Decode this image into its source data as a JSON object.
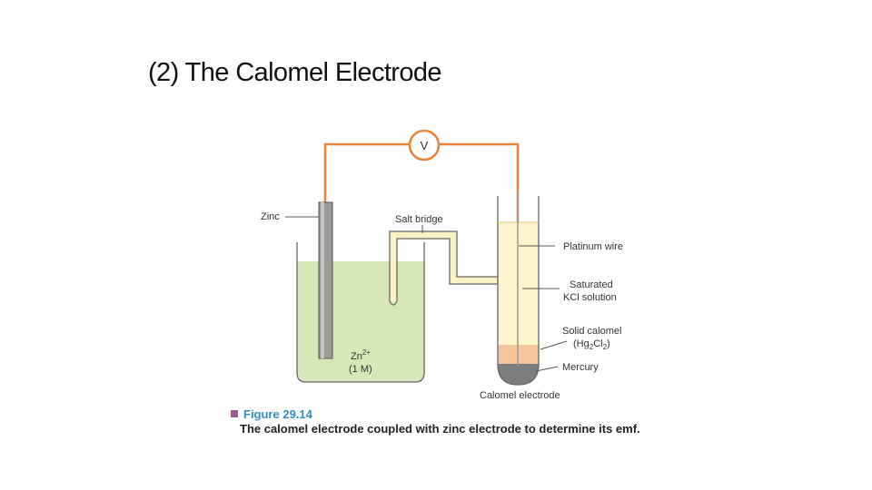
{
  "slide": {
    "title": "(2) The Calomel Electrode"
  },
  "diagram": {
    "voltmeter_symbol": "V",
    "labels": {
      "zinc": "Zinc",
      "salt_bridge": "Salt bridge",
      "platinum_wire": "Platinum wire",
      "saturated_line1": "Saturated",
      "saturated_line2": "KCl solution",
      "solid_calomel_line1": "Solid calomel",
      "solid_calomel_line2_a": "(Hg",
      "solid_calomel_line2_b": "2",
      "solid_calomel_line2_c": "Cl",
      "solid_calomel_line2_d": "2",
      "solid_calomel_line2_e": ")",
      "mercury": "Mercury",
      "calomel_electrode": "Calomel electrode",
      "zn_ion_base": "Zn",
      "zn_ion_charge": "2+",
      "concentration": "(1 M)"
    },
    "colors": {
      "wire": "#e8843a",
      "zinc_solution": "#d6e8b8",
      "kcl_solution": "#fdf3cc",
      "calomel": "#f5c49a",
      "mercury": "#7d7d7d",
      "zinc_rod": "#9a9a9a",
      "glass": "#666666"
    }
  },
  "caption": {
    "figure_number": "Figure 29.14",
    "text": "The calomel electrode coupled with zinc electrode to determine its emf.",
    "square_color": "#9b5c8f"
  }
}
